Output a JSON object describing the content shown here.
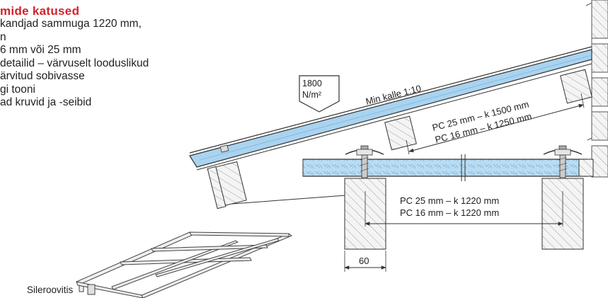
{
  "text": {
    "heading": "mide katused",
    "lines": [
      "kandjad sammuga 1220 mm,",
      "n",
      "6 mm või 25 mm",
      "detailid – värvuselt looduslikud",
      "ärvitud sobivasse",
      "gi  tooni",
      "ad kruvid ja -seibid"
    ]
  },
  "diagram": {
    "load_value": "1800",
    "load_unit": "N/m²",
    "min_slope": "Min kalle 1:10",
    "slope_spacing": [
      "PC 25 mm – k 1500 mm",
      "PC 16 mm – k 1250 mm"
    ],
    "flat_spacing": [
      "PC 25 mm – k 1220 mm",
      "PC 16 mm – k 1220 mm"
    ],
    "dimension_60": "60",
    "frame_label": "Sileroovitis"
  },
  "colors": {
    "heading_red": "#d2232a",
    "panel_blue": "#a9d3ef",
    "line_dark": "#333333"
  }
}
